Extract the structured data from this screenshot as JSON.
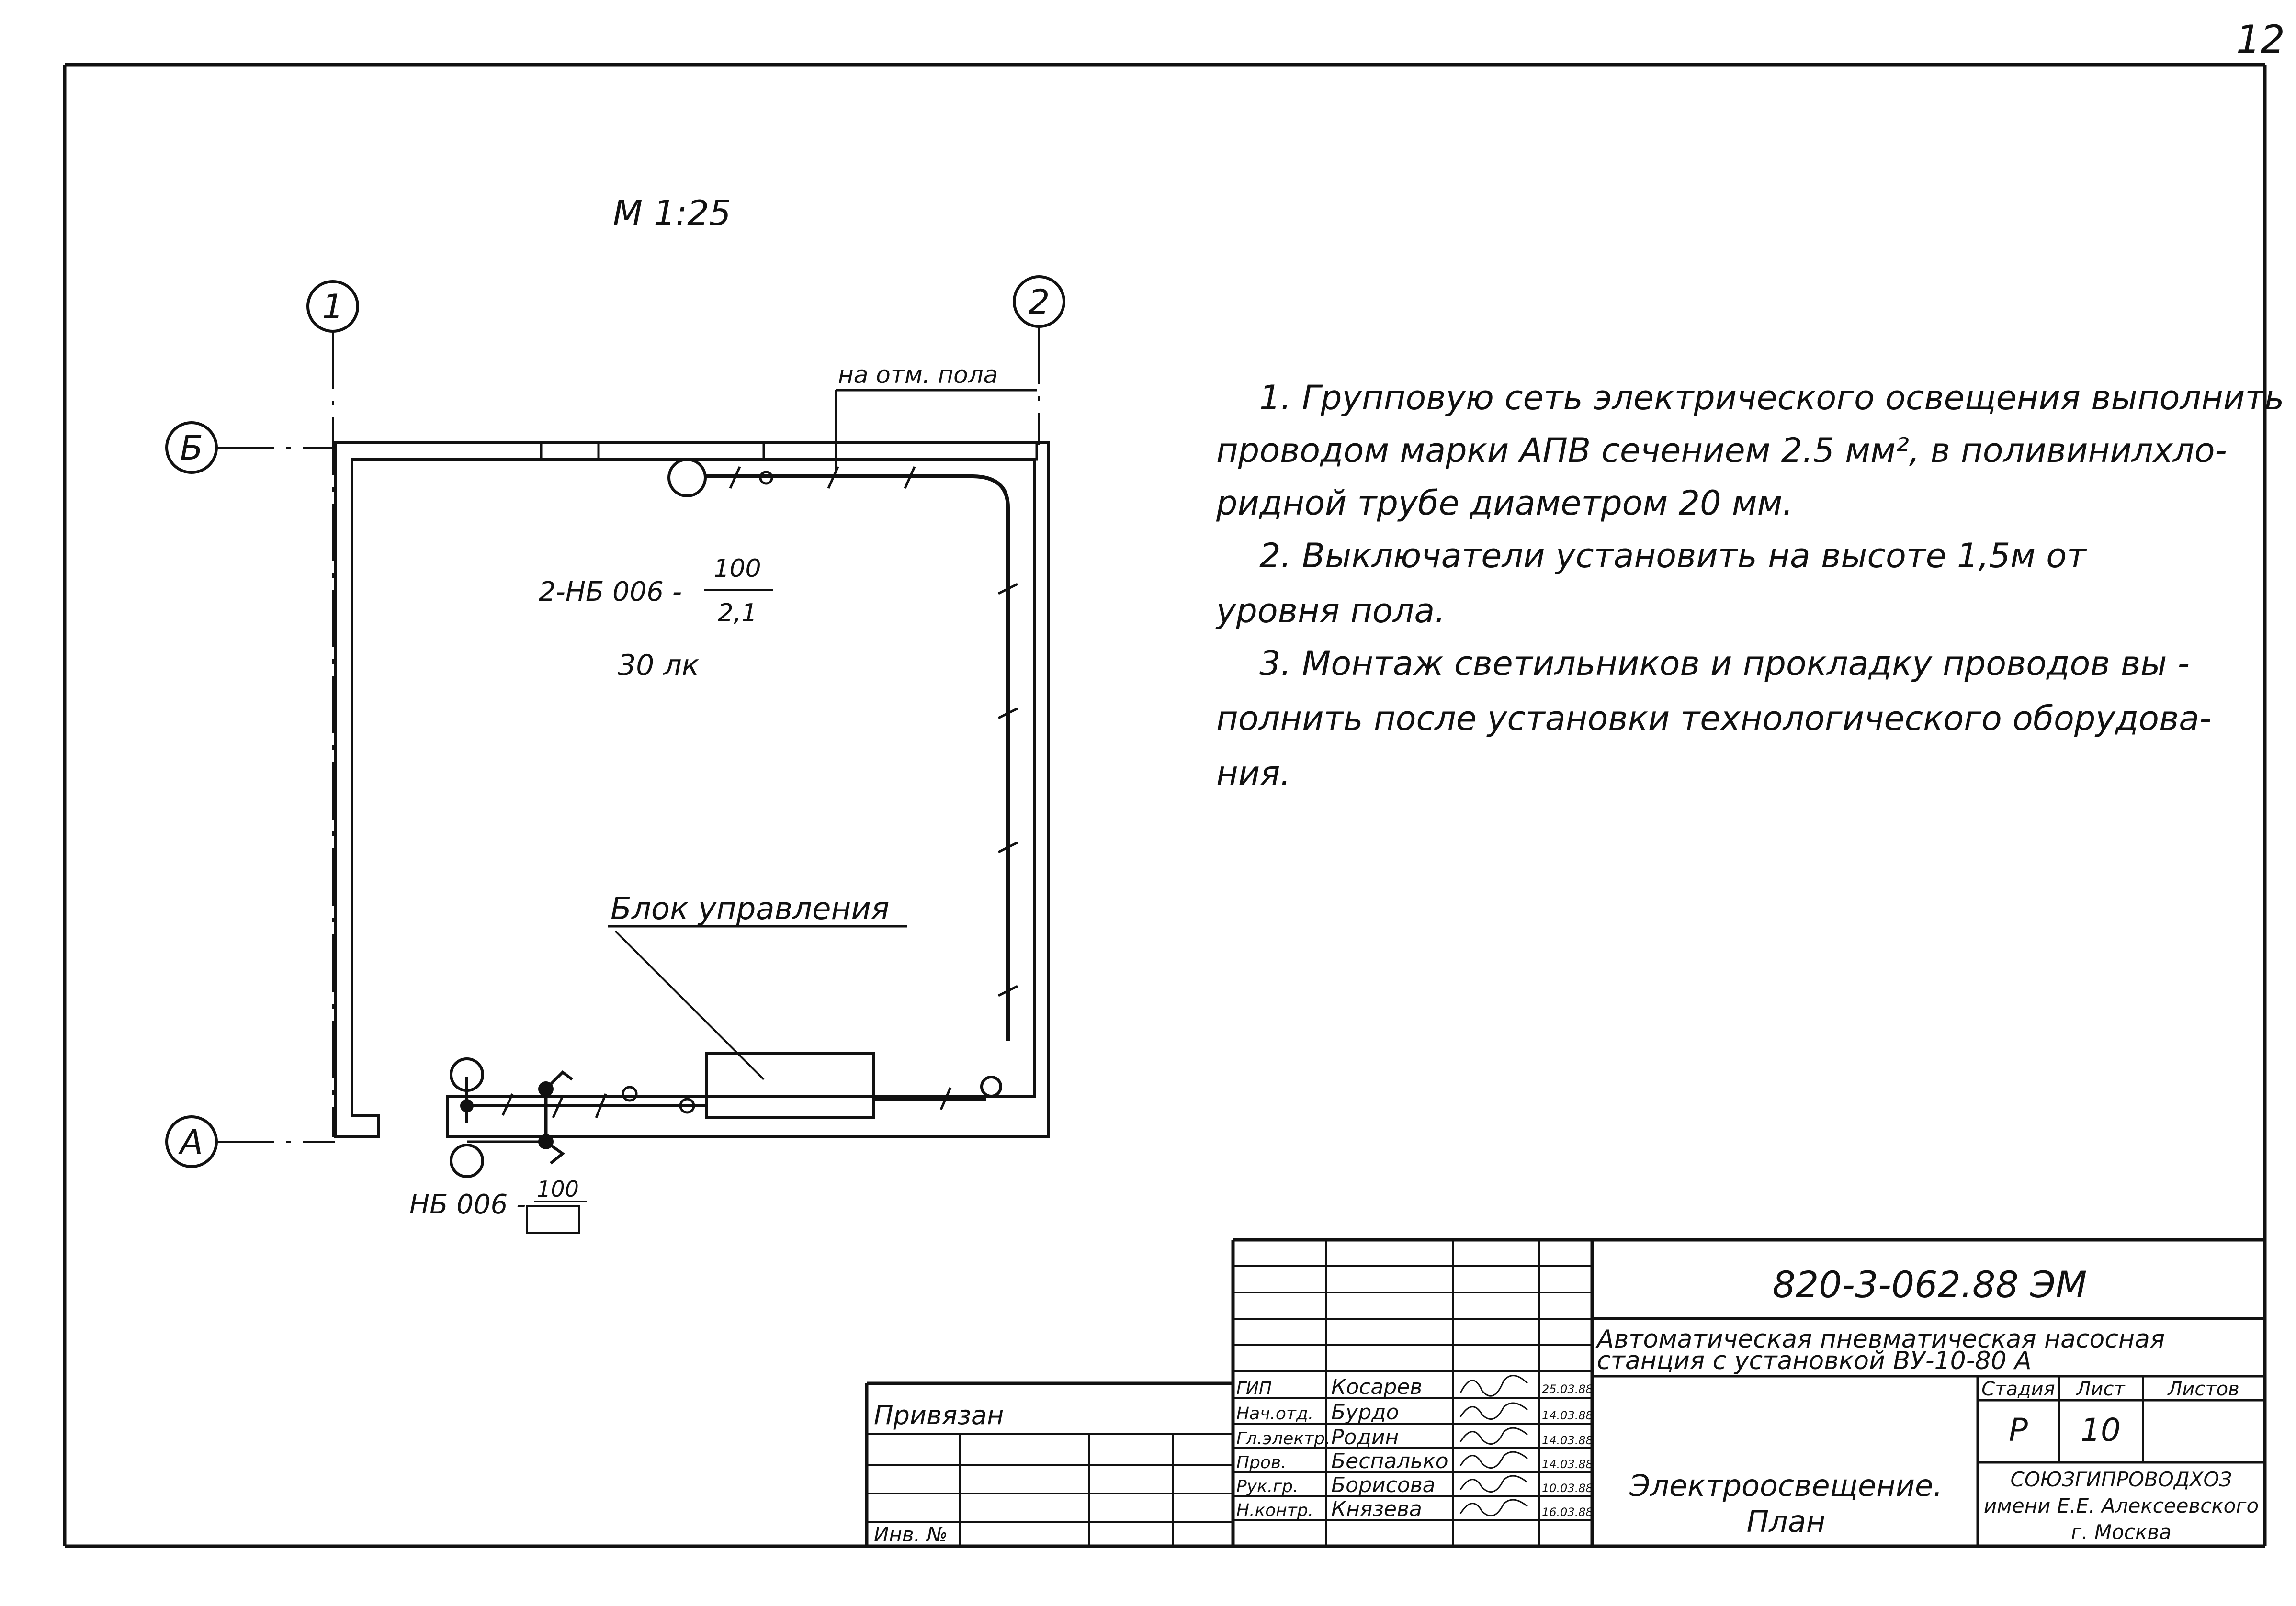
{
  "sheet": {
    "page_number": "12",
    "scale": "М 1:25"
  },
  "plan": {
    "axis_1": "1",
    "axis_2": "2",
    "axis_b": "Б",
    "axis_a": "А",
    "floor_mark_label": "на отм. пола",
    "lamp_group_label": "2-НБ 006 -",
    "lamp_group_power": "100",
    "lamp_group_height": "2,1",
    "illuminance": "30 лк",
    "control_unit_label": "Блок управления",
    "entry_lamp_label": "НБ 006 -",
    "entry_lamp_power": "100"
  },
  "notes": {
    "lines": [
      "1. Групповую сеть электрического освещения выполнить",
      "проводом марки АПВ сечением 2.5 мм², в поливинилхло-",
      "ридной трубе диаметром 20 мм.",
      "2. Выключатели установить на высоте 1,5м от",
      "уровня пола.",
      "3. Монтаж светильников и прокладку проводов вы -",
      "полнить после установки технологического оборудова-",
      "ния."
    ]
  },
  "title_block": {
    "document_code": "820-3-062.88 ЭМ",
    "project_title_line1": "Автоматическая пневматическая насосная",
    "project_title_line2": "станция с установкой ВУ-10-80 А",
    "privyazan_label": "Привязан",
    "inv_label": "Инв. №",
    "stage_label": "Стадия",
    "sheet_label": "Лист",
    "sheets_label": "Листов",
    "stage_value": "Р",
    "sheet_value": "10",
    "drawing_title_line1": "Электроосвещение.",
    "drawing_title_line2": "План",
    "org_line1": "СОЮЗГИПРОВОДХОЗ",
    "org_line2": "имени Е.Е. Алексеевского",
    "org_line3": "г. Москва",
    "signatures": [
      {
        "role": "ГИП",
        "name": "Косарев",
        "date": "25.03.88"
      },
      {
        "role": "Нач.отд.",
        "name": "Бурдо",
        "date": "14.03.88"
      },
      {
        "role": "Гл.электр.",
        "name": "Родин",
        "date": "14.03.88"
      },
      {
        "role": "Пров.",
        "name": "Беспалько",
        "date": "14.03.88"
      },
      {
        "role": "Рук.гр.",
        "name": "Борисова",
        "date": "10.03.88"
      },
      {
        "role": "Н.контр.",
        "name": "Князева",
        "date": "16.03.88"
      }
    ]
  }
}
